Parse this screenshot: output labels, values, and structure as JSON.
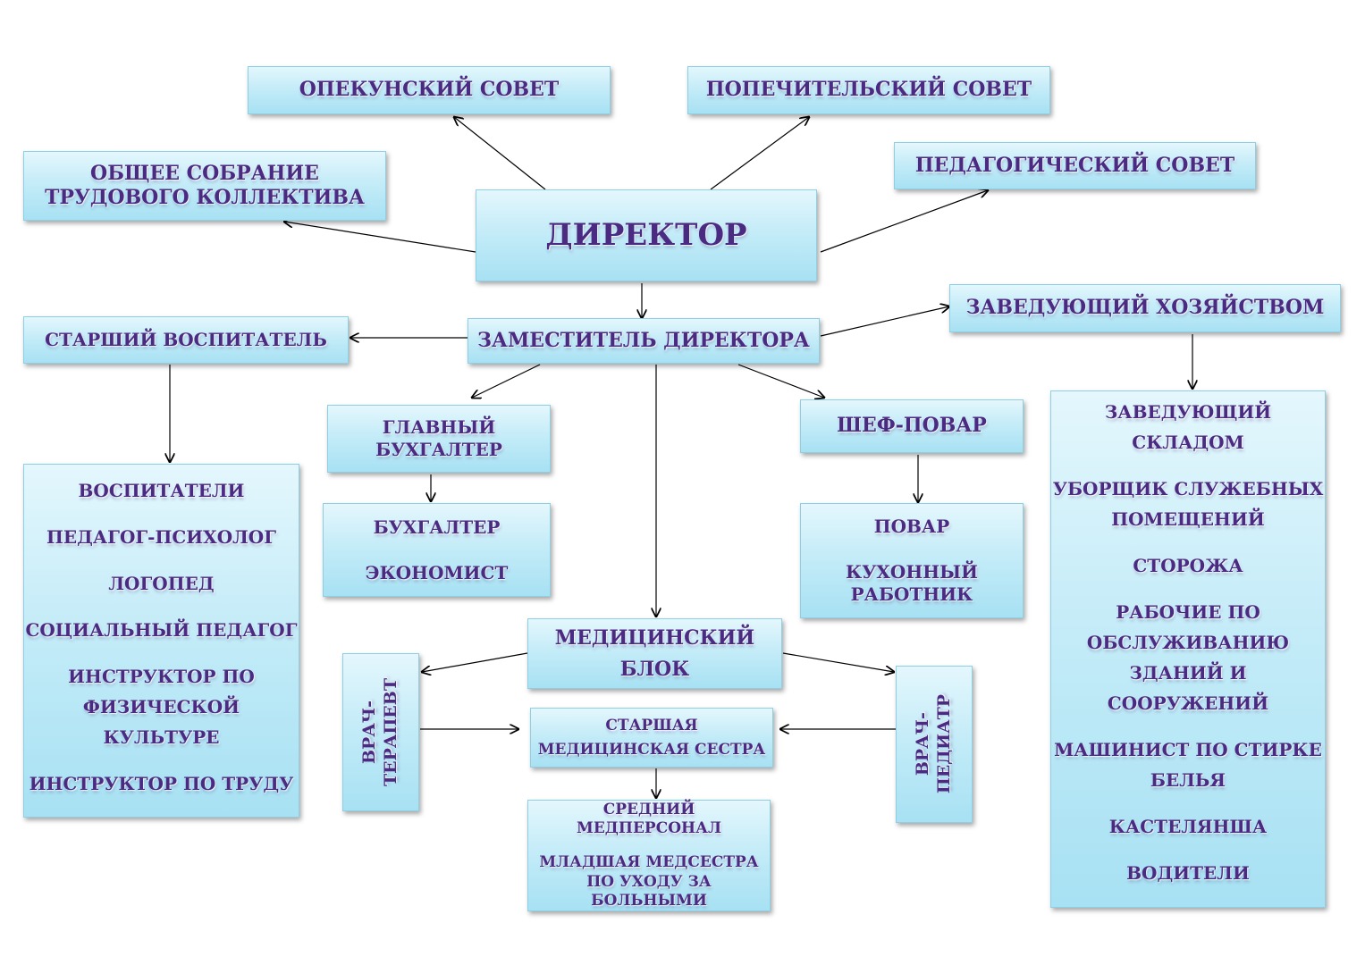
{
  "nodes": {
    "guardianship_council": "ОПЕКУНСКИЙ СОВЕТ",
    "trustee_council": "ПОПЕЧИТЕЛЬСКИЙ СОВЕТ",
    "general_meeting": [
      "ОБЩЕЕ СОБРАНИЕ",
      "ТРУДОВОГО КОЛЛЕКТИВА"
    ],
    "pedagogical_council": "ПЕДАГОГИЧЕСКИЙ СОВЕТ",
    "director": "ДИРЕКТОР",
    "deputy_director": "ЗАМЕСТИТЕЛЬ ДИРЕКТОРА",
    "senior_educator": "СТАРШИЙ ВОСПИТАТЕЛЬ",
    "household_manager": "ЗАВЕДУЮЩИЙ ХОЗЯЙСТВОМ",
    "chief_accountant": [
      "ГЛАВНЫЙ",
      "БУХГАЛТЕР"
    ],
    "chef": "ШЕФ-ПОВАР",
    "accounting_staff": [
      "БУХГАЛТЕР",
      "ЭКОНОМИСТ"
    ],
    "kitchen_staff": [
      "ПОВАР",
      "КУХОННЫЙ",
      "РАБОТНИК"
    ],
    "medical_block": [
      "МЕДИЦИНСКИЙ",
      "БЛОК"
    ],
    "therapist": [
      "ВРАЧ-",
      "ТЕРАПЕВТ"
    ],
    "pediatrician": [
      "ВРАЧ-",
      "ПЕДИАТР"
    ],
    "senior_nurse": [
      "СТАРШАЯ",
      "МЕДИЦИНСКАЯ СЕСТРА"
    ],
    "medical_staff": [
      "СРЕДНИЙ МЕДПЕРСОНАЛ",
      "МЛАДШАЯ МЕДСЕСТРА",
      "ПО УХОДУ ЗА БОЛЬНЫМИ"
    ],
    "educators": [
      "ВОСПИТАТЕЛИ",
      "ПЕДАГОГ-ПСИХОЛОГ",
      "ЛОГОПЕД",
      "СОЦИАЛЬНЫЙ ПЕДАГОГ",
      "ИНСТРУКТОР ПО",
      "ФИЗИЧЕСКОЙ",
      "КУЛЬТУРЕ",
      "ИНСТРУКТОР ПО ТРУДУ"
    ],
    "household_staff": [
      "ЗАВЕДУЮЩИЙ",
      "СКЛАДОМ",
      "УБОРЩИК СЛУЖЕБНЫХ",
      "ПОМЕЩЕНИЙ",
      "СТОРОЖА",
      "РАБОЧИЕ ПО",
      "ОБСЛУЖИВАНИЮ",
      "ЗДАНИЙ И",
      "СООРУЖЕНИЙ",
      "МАШИНИСТ ПО СТИРКЕ",
      "БЕЛЬЯ",
      "КАСТЕЛЯНША",
      "ВОДИТЕЛИ"
    ]
  },
  "colors": {
    "text": "#4b2a82",
    "box_top": "#e4f7fd",
    "box_bottom": "#a7e1f3",
    "arrow": "#000000"
  }
}
